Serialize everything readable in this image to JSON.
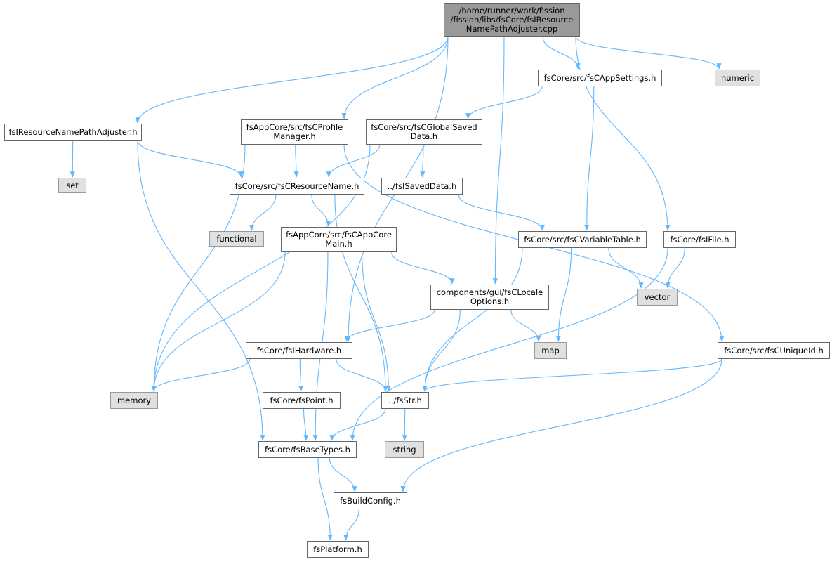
{
  "graph": {
    "nodes": {
      "root": {
        "lines": [
          "/home/runner/work/fission",
          "/fission/libs/fsCore/fsIResource",
          "NamePathAdjuster.cpp"
        ],
        "kind": "root"
      },
      "adjuster_h": {
        "lines": [
          "fsIResourceNamePathAdjuster.h"
        ],
        "kind": "file"
      },
      "set": {
        "lines": [
          "set"
        ],
        "kind": "system"
      },
      "profile": {
        "lines": [
          "fsAppCore/src/fsCProfile",
          "Manager.h"
        ],
        "kind": "file"
      },
      "globalsaved": {
        "lines": [
          "fsCore/src/fsCGlobalSaved",
          "Data.h"
        ],
        "kind": "file"
      },
      "appsettings": {
        "lines": [
          "fsCore/src/fsCAppSettings.h"
        ],
        "kind": "file"
      },
      "numeric": {
        "lines": [
          "numeric"
        ],
        "kind": "system"
      },
      "resname": {
        "lines": [
          "fsCore/src/fsCResourceName.h"
        ],
        "kind": "file"
      },
      "savedata": {
        "lines": [
          "../fsISavedData.h"
        ],
        "kind": "file"
      },
      "functional": {
        "lines": [
          "functional"
        ],
        "kind": "system"
      },
      "appcore": {
        "lines": [
          "fsAppCore/src/fsCAppCore",
          "Main.h"
        ],
        "kind": "file"
      },
      "vartable": {
        "lines": [
          "fsCore/src/fsCVariableTable.h"
        ],
        "kind": "file"
      },
      "ifile": {
        "lines": [
          "fsCore/fsIFile.h"
        ],
        "kind": "file"
      },
      "vector": {
        "lines": [
          "vector"
        ],
        "kind": "system"
      },
      "locale": {
        "lines": [
          "components/gui/fsCLocale",
          "Options.h"
        ],
        "kind": "file"
      },
      "hardware": {
        "lines": [
          "fsCore/fsIHardware.h"
        ],
        "kind": "file"
      },
      "map": {
        "lines": [
          "map"
        ],
        "kind": "system"
      },
      "uniqueid": {
        "lines": [
          "fsCore/src/fsCUniqueId.h"
        ],
        "kind": "file"
      },
      "memory": {
        "lines": [
          "memory"
        ],
        "kind": "system"
      },
      "point": {
        "lines": [
          "fsCore/fsPoint.h"
        ],
        "kind": "file"
      },
      "str": {
        "lines": [
          "../fsStr.h"
        ],
        "kind": "file"
      },
      "basetypes": {
        "lines": [
          "fsCore/fsBaseTypes.h"
        ],
        "kind": "file"
      },
      "string": {
        "lines": [
          "string"
        ],
        "kind": "system"
      },
      "buildconfig": {
        "lines": [
          "fsBuildConfig.h"
        ],
        "kind": "file"
      },
      "platform": {
        "lines": [
          "fsPlatform.h"
        ],
        "kind": "file"
      }
    },
    "edges": [
      [
        "root",
        "adjuster_h"
      ],
      [
        "root",
        "hardware"
      ],
      [
        "root",
        "profile"
      ],
      [
        "root",
        "locale"
      ],
      [
        "root",
        "appsettings"
      ],
      [
        "root",
        "ifile"
      ],
      [
        "root",
        "numeric"
      ],
      [
        "adjuster_h",
        "set"
      ],
      [
        "adjuster_h",
        "resname"
      ],
      [
        "adjuster_h",
        "basetypes"
      ],
      [
        "profile",
        "memory"
      ],
      [
        "profile",
        "resname"
      ],
      [
        "profile",
        "uniqueid"
      ],
      [
        "appsettings",
        "globalsaved"
      ],
      [
        "appsettings",
        "vartable"
      ],
      [
        "globalsaved",
        "memory"
      ],
      [
        "globalsaved",
        "resname"
      ],
      [
        "globalsaved",
        "savedata"
      ],
      [
        "resname",
        "functional"
      ],
      [
        "resname",
        "appcore"
      ],
      [
        "resname",
        "str"
      ],
      [
        "savedata",
        "vartable"
      ],
      [
        "appcore",
        "locale"
      ],
      [
        "appcore",
        "memory"
      ],
      [
        "appcore",
        "basetypes"
      ],
      [
        "appcore",
        "str"
      ],
      [
        "vartable",
        "vector"
      ],
      [
        "vartable",
        "map"
      ],
      [
        "vartable",
        "str"
      ],
      [
        "ifile",
        "vector"
      ],
      [
        "ifile",
        "basetypes"
      ],
      [
        "locale",
        "hardware"
      ],
      [
        "locale",
        "map"
      ],
      [
        "locale",
        "str"
      ],
      [
        "hardware",
        "memory"
      ],
      [
        "hardware",
        "point"
      ],
      [
        "hardware",
        "str"
      ],
      [
        "uniqueid",
        "str"
      ],
      [
        "uniqueid",
        "buildconfig"
      ],
      [
        "point",
        "basetypes"
      ],
      [
        "str",
        "basetypes"
      ],
      [
        "str",
        "string"
      ],
      [
        "basetypes",
        "buildconfig"
      ],
      [
        "basetypes",
        "platform"
      ],
      [
        "buildconfig",
        "platform"
      ]
    ],
    "colors": {
      "edge": "#63b8ff",
      "file_border": "#666666",
      "system_fill": "#e0e0e0",
      "root_fill": "#999999"
    }
  }
}
